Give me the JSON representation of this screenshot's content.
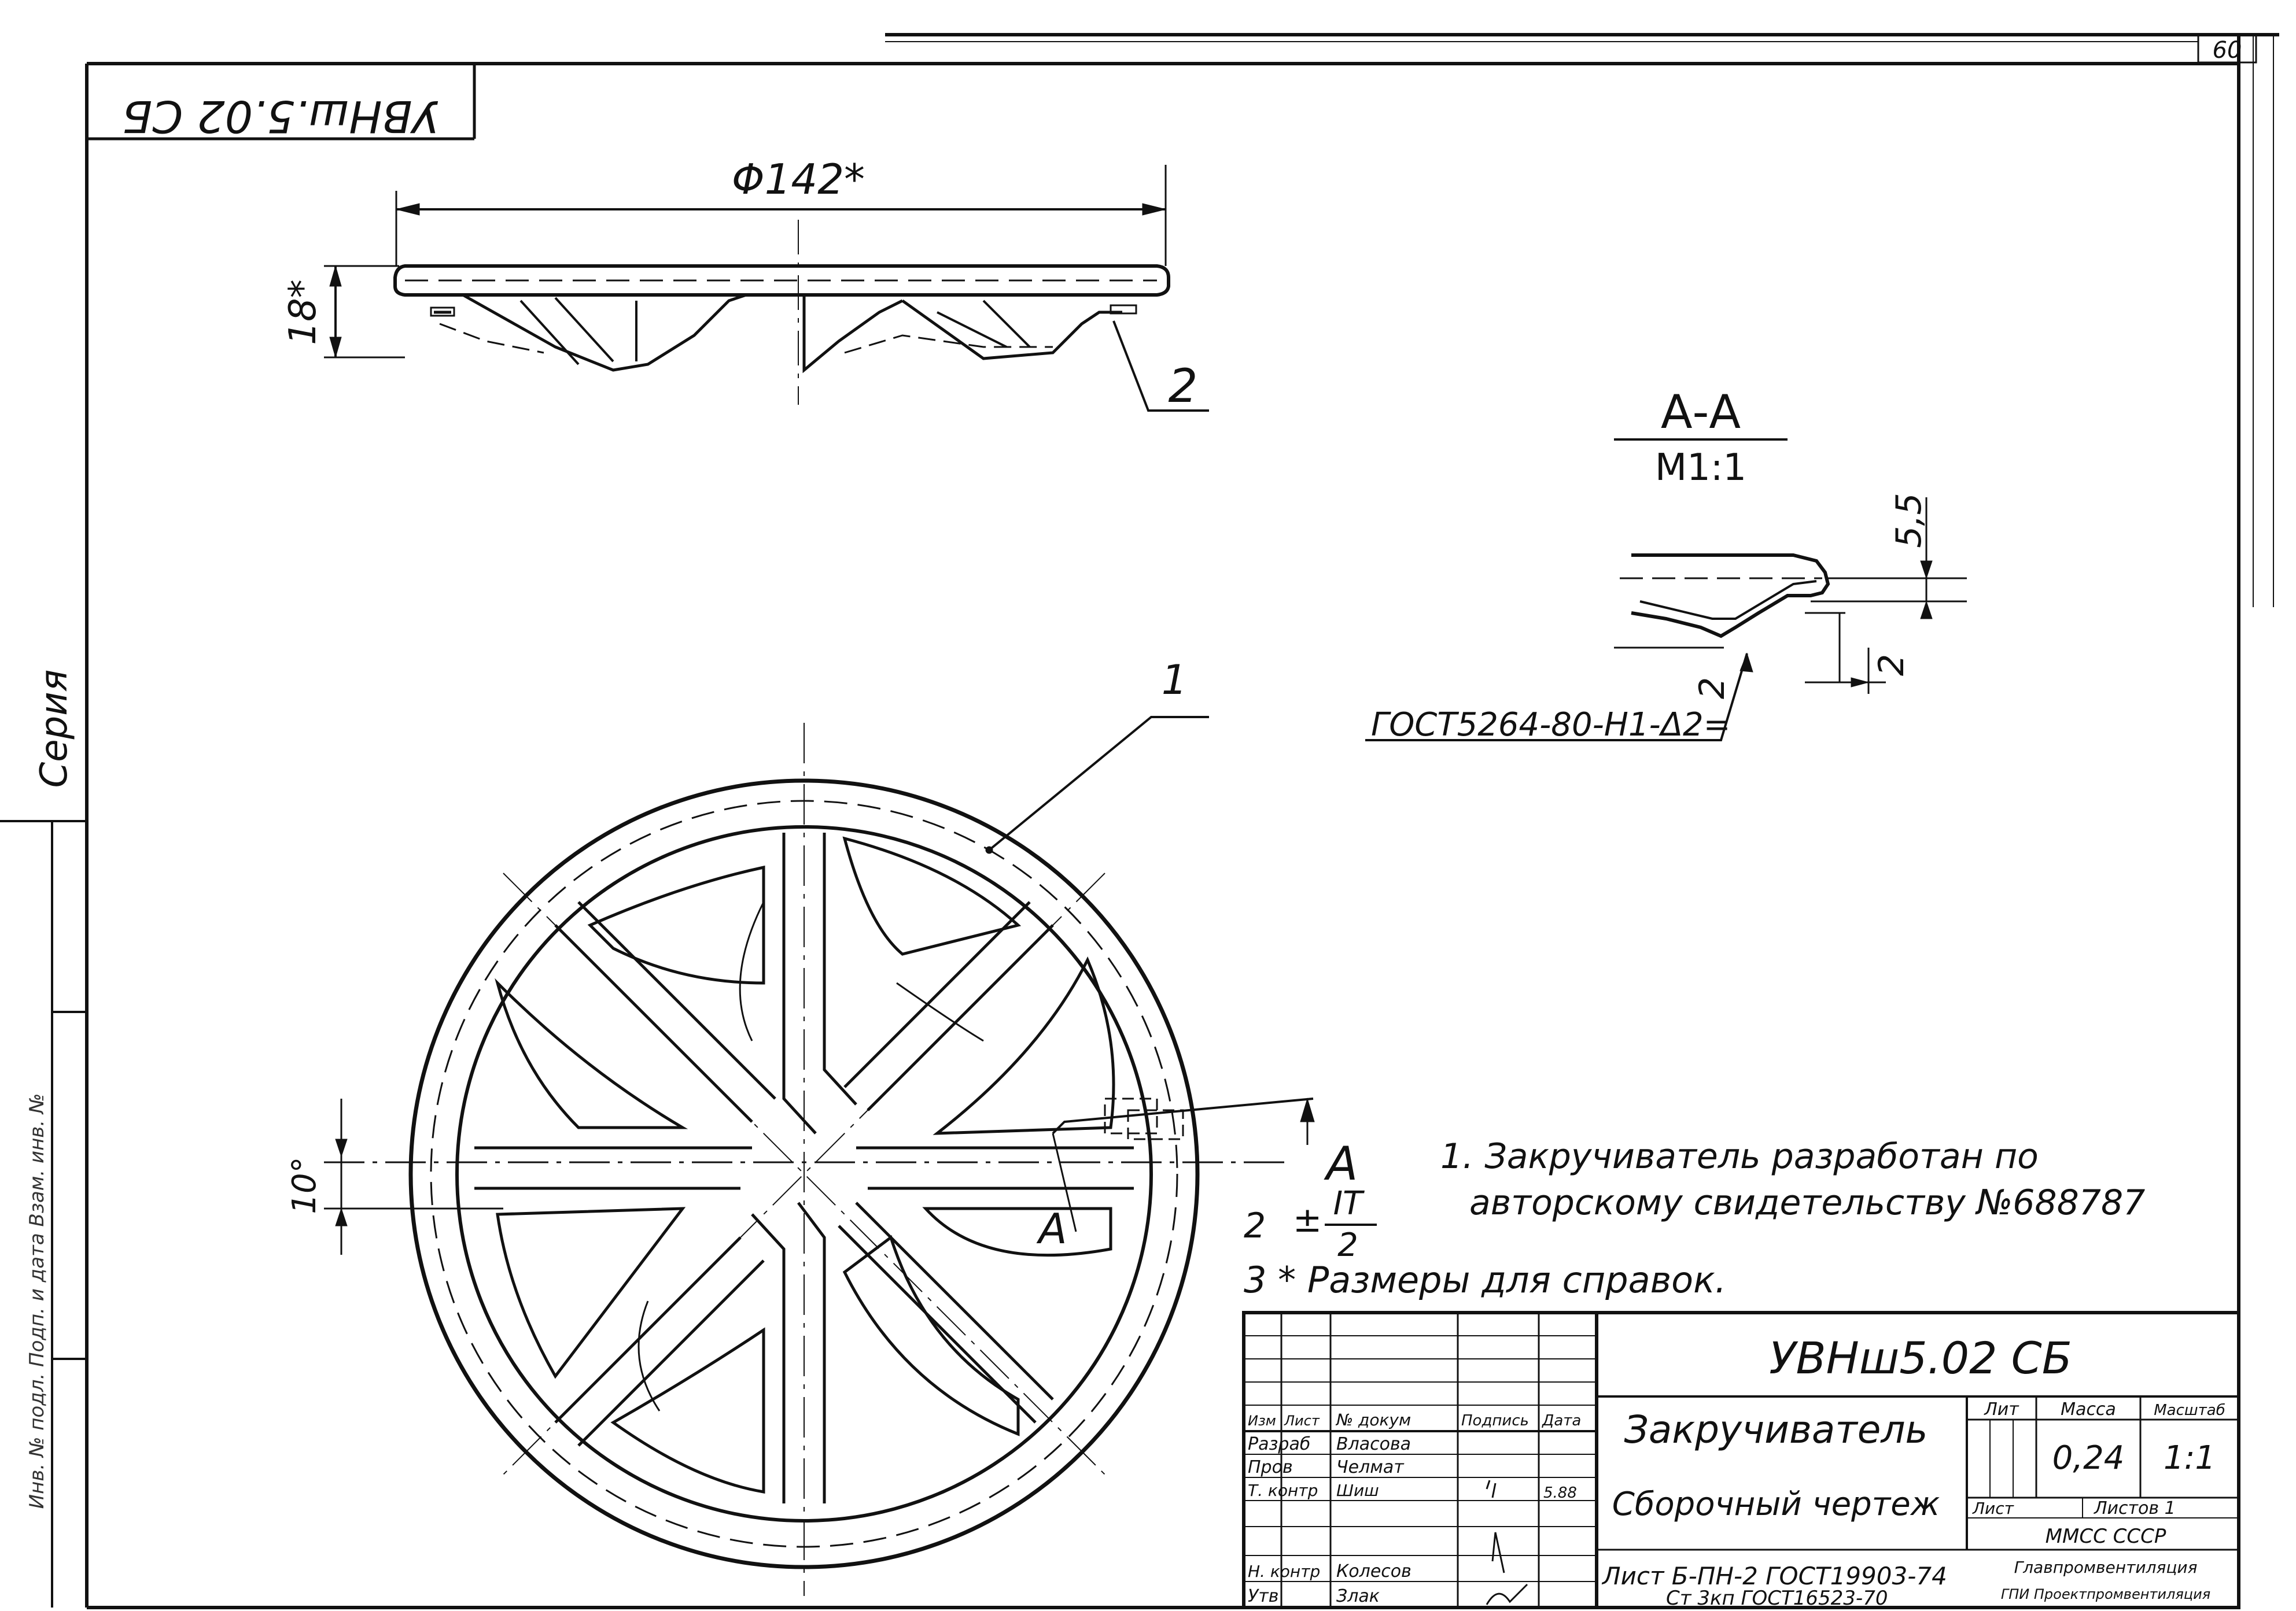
{
  "page_number": "60",
  "stamp_code": "УВНш.5.02 СБ",
  "margin_label": "Серия",
  "margin_note": "Инв. № подл. Подп. и дата Взам. инв. №",
  "top_view": {
    "diameter": "Φ142*",
    "height": "18*",
    "callout_2": "2"
  },
  "section": {
    "title": "А-А",
    "scale": "М1:1",
    "dim_55": "5,5",
    "dim_2": "2",
    "weld_2": "2",
    "weld_note": "ГОСТ5264-80-Н1-Δ2="
  },
  "plan_view": {
    "callout_1": "1",
    "cut_A_top": "А",
    "cut_A_bottom": "А",
    "dim_10": "10°"
  },
  "notes": {
    "n1_line1": "1. Закручиватель разработан по",
    "n1_line2": "авторскому свидетельству №688787",
    "n2_prefix": "2",
    "n2_tol_pm": "±",
    "n2_tol_num": "IT",
    "n2_tol_den": "2",
    "n3": "3 * Размеры для справок."
  },
  "title_block": {
    "designation": "УВНш5.02 СБ",
    "name": "Закручиватель",
    "doc_type": "Сборочный чертеж",
    "material_line1": "Лист Б-ПН-2 ГОСТ19903-74",
    "material_line2": "Ст 3кп ГОСТ16523-70",
    "headers": {
      "izm": "Изм",
      "list": "Лист",
      "doc_no": "№ докум",
      "sign": "Подпись",
      "date": "Дата"
    },
    "rows": [
      {
        "role": "Разраб",
        "name": "Власова"
      },
      {
        "role": "Пров",
        "name": "Челмат"
      },
      {
        "role": "Т. контр",
        "name": "Шиш"
      },
      {
        "role": "Н. контр",
        "name": "Колесов"
      },
      {
        "role": "Утв",
        "name": "Злак"
      }
    ],
    "date_value": "5.88",
    "lit_label": "Лит",
    "mass_label": "Масса",
    "scale_label": "Масштаб",
    "mass_value": "0,24",
    "scale_value": "1:1",
    "sheet_label": "Лист",
    "sheets_label": "Листов 1",
    "org_line1": "ММСС СССР",
    "org_line2": "Главпромвентиляция",
    "org_line3": "ГПИ Проектпромвентиляция"
  }
}
